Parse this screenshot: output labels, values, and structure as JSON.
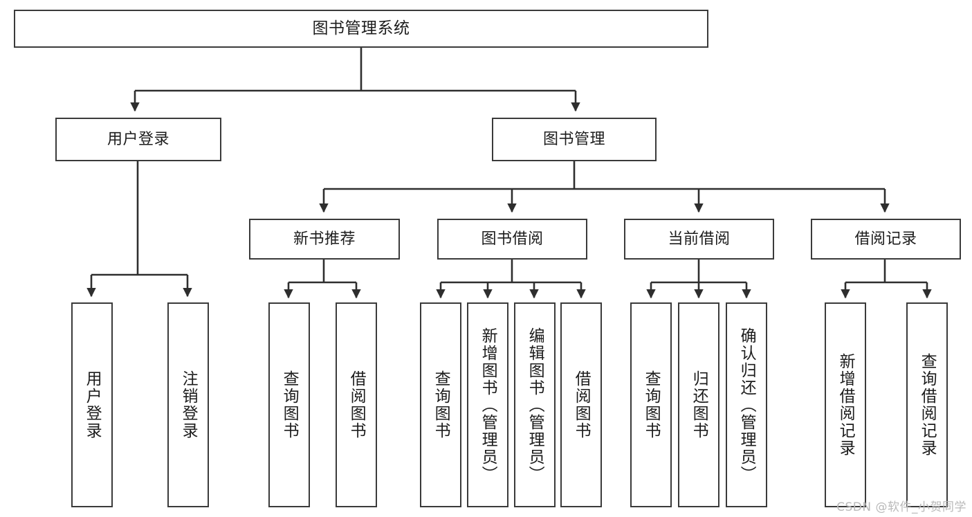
{
  "diagram": {
    "title": "图书管理系统",
    "type": "tree-hierarchy",
    "root": {
      "label": "图书管理系统"
    },
    "level2": [
      {
        "label": "用户登录"
      },
      {
        "label": "图书管理"
      }
    ],
    "level3": [
      {
        "label": "新书推荐"
      },
      {
        "label": "图书借阅"
      },
      {
        "label": "当前借阅"
      },
      {
        "label": "借阅记录"
      }
    ],
    "leaves": {
      "user_login": [
        {
          "label": "用户登录"
        },
        {
          "label": "注销登录"
        }
      ],
      "new_book_recommend": [
        {
          "label": "查询图书"
        },
        {
          "label": "借阅图书"
        }
      ],
      "book_borrow": [
        {
          "label": "查询图书"
        },
        {
          "label": "新增图书（管理员）"
        },
        {
          "label": "编辑图书（管理员）"
        },
        {
          "label": "借阅图书"
        }
      ],
      "current_borrow": [
        {
          "label": "查询图书"
        },
        {
          "label": "归还图书"
        },
        {
          "label": "确认归还（管理员）"
        }
      ],
      "borrow_record": [
        {
          "label": "新增借阅记录"
        },
        {
          "label": "查询借阅记录"
        }
      ]
    }
  },
  "watermark": {
    "text": "CSDN @软件_小贺同学"
  },
  "colors": {
    "box_border": "#3a3a3a",
    "connector": "#2e2e2e",
    "text": "#1c1c1c",
    "background": "#ffffff",
    "watermark": "#b9b9b9"
  }
}
